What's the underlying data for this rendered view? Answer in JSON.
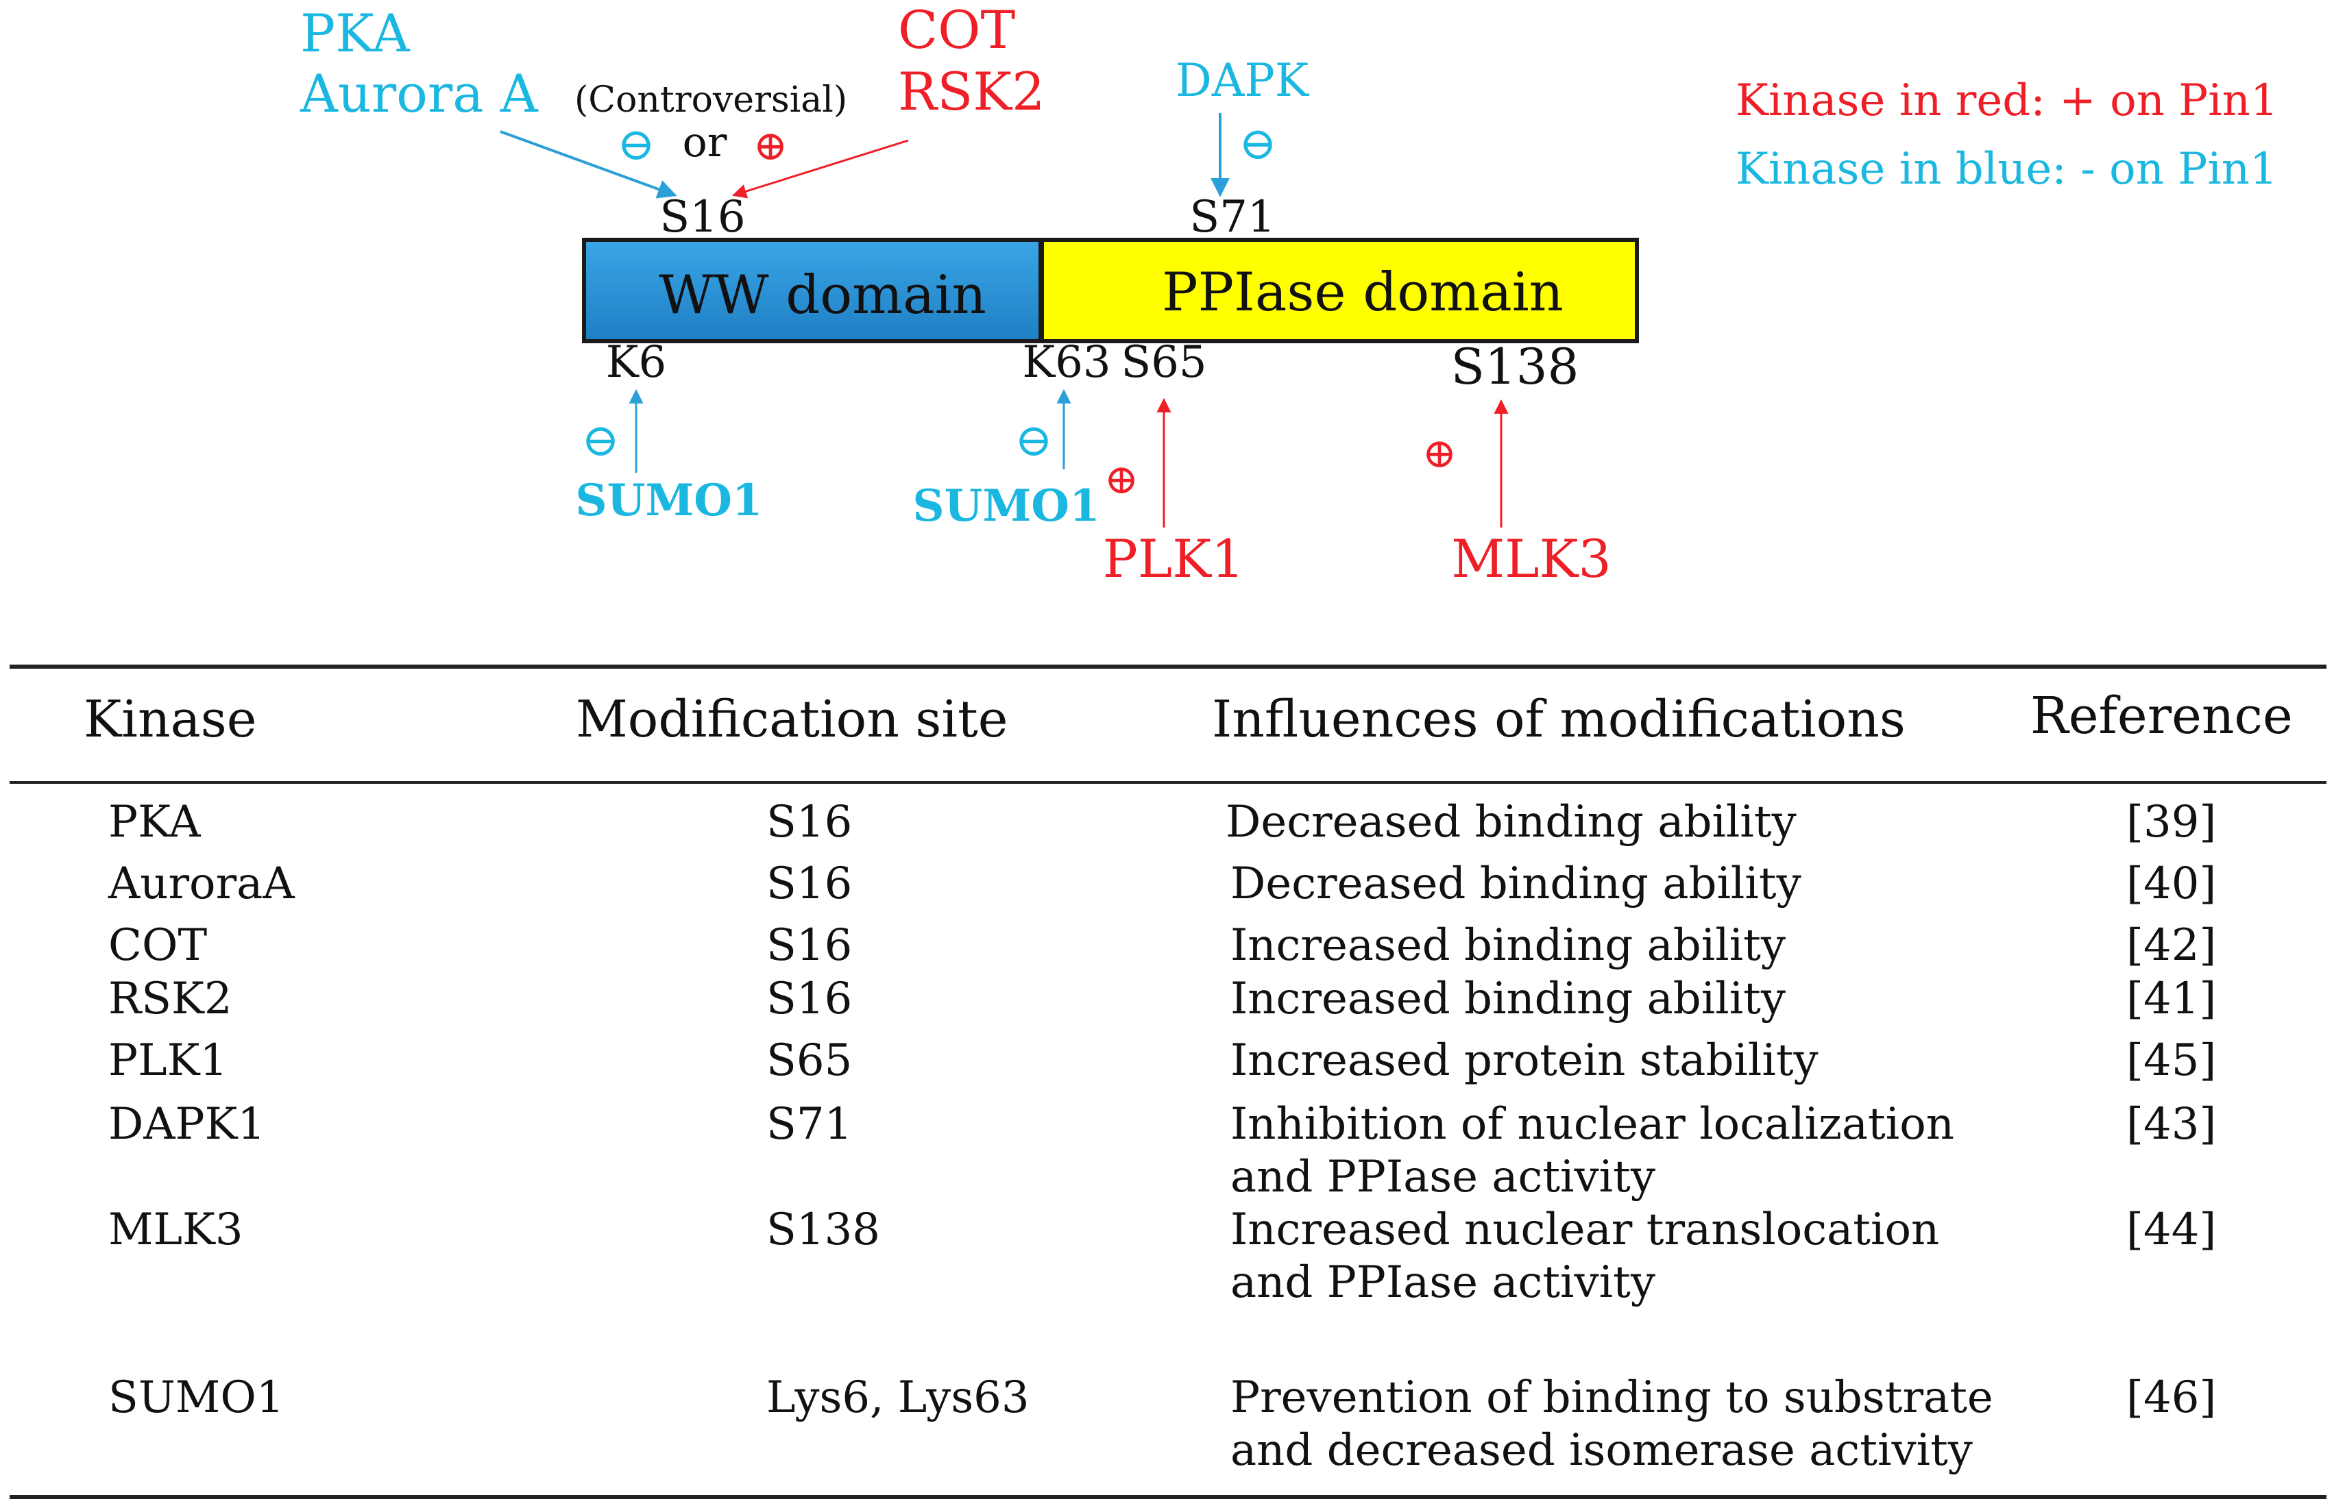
{
  "diagram": {
    "domains": {
      "ww": "WW domain",
      "ppiase": "PPIase domain"
    },
    "sites": {
      "s16": "S16",
      "s71": "S71",
      "k6": "K6",
      "k63": "K63",
      "s65": "S65",
      "s138": "S138"
    },
    "kinases_top": {
      "pka": "PKA",
      "aurora": "Aurora A",
      "controversial": "(Controversial)",
      "or": "or",
      "cot": "COT",
      "rsk2": "RSK2",
      "dapk": "DAPK"
    },
    "kinases_bottom": {
      "sumo1_k6": "SUMO1",
      "sumo1_k63": "SUMO1",
      "plk1": "PLK1",
      "mlk3": "MLK3"
    },
    "symbols": {
      "minus": "⊖",
      "plus": "⊕"
    },
    "legend": {
      "red": "Kinase in red: + on Pin1",
      "blue": "Kinase in blue: - on Pin1"
    },
    "colors": {
      "blue_text": "#1ab7e0",
      "red_text": "#ee1f26",
      "ww_fill": "#2b8fd2",
      "ppiase_fill": "#ffff00"
    }
  },
  "table": {
    "headers": [
      "Kinase",
      "Modification site",
      "Influences of modifications",
      "Reference"
    ],
    "rows": [
      {
        "kinase": "PKA",
        "site": "S16",
        "influence": [
          "Decreased binding ability"
        ],
        "ref": "[39]"
      },
      {
        "kinase": "AuroraA",
        "site": "S16",
        "influence": [
          "Decreased binding ability"
        ],
        "ref": "[40]"
      },
      {
        "kinase": "COT",
        "site": "S16",
        "influence": [
          "Increased binding ability"
        ],
        "ref": "[42]"
      },
      {
        "kinase": "RSK2",
        "site": "S16",
        "influence": [
          "Increased binding ability"
        ],
        "ref": "[41]"
      },
      {
        "kinase": "PLK1",
        "site": "S65",
        "influence": [
          "Increased protein stability"
        ],
        "ref": "[45]"
      },
      {
        "kinase": "DAPK1",
        "site": "S71",
        "influence": [
          "Inhibition of nuclear localization",
          "and PPIase activity"
        ],
        "ref": "[43]"
      },
      {
        "kinase": "MLK3",
        "site": "S138",
        "influence": [
          "Increased nuclear translocation",
          "and PPIase activity"
        ],
        "ref": "[44]"
      },
      {
        "kinase": "SUMO1",
        "site": "Lys6, Lys63",
        "influence": [
          "Prevention of binding to substrate",
          "and decreased isomerase activity"
        ],
        "ref": "[46]"
      }
    ]
  }
}
